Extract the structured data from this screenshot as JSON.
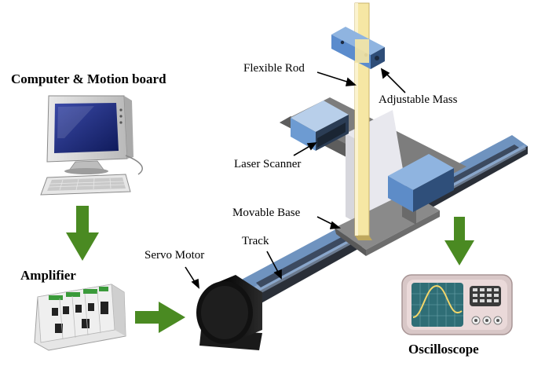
{
  "labels": {
    "computer": "Computer & Motion board",
    "amplifier": "Amplifier",
    "servo_motor": "Servo Motor",
    "track": "Track",
    "movable_base": "Movable Base",
    "laser_scanner": "Laser Scanner",
    "flexible_rod": "Flexible Rod",
    "adjustable_mass": "Adjustable Mass",
    "oscilloscope": "Oscilloscope"
  },
  "colors": {
    "flow_arrow": "#4a8a22",
    "track_blue": "#6f93bf",
    "rod": "#f6e7a4",
    "motor": "#111111",
    "scanner_blue": "#5d8cc8",
    "osc_case": "#d8c7c7",
    "osc_screen": "#2f6e76"
  },
  "icons": [
    "computer-icon",
    "amplifier-icon",
    "servo-motor-icon",
    "laser-scanner-icon",
    "adjustable-mass-icon",
    "oscilloscope-icon"
  ]
}
